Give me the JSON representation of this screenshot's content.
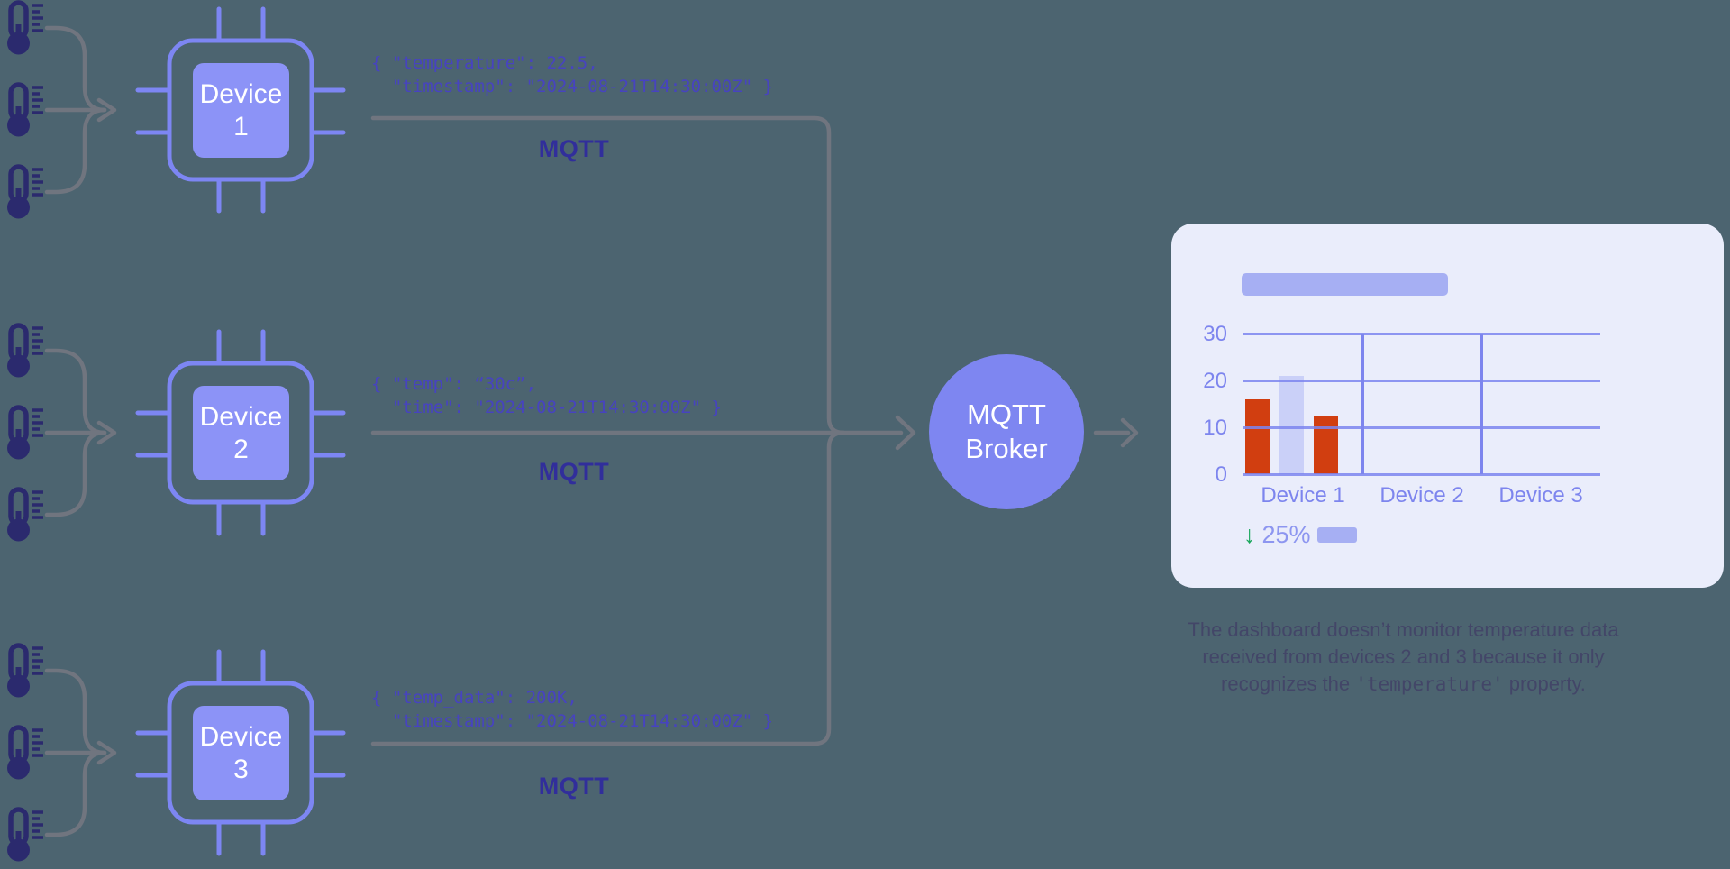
{
  "colors": {
    "background": "#4c6470",
    "connector_gray": "#70757f",
    "thermometer_navy": "#2b2a6e",
    "chip_outline": "#7d86f3",
    "chip_fill": "#8c93f7",
    "broker_fill": "#7e86f1",
    "json_text": "#4743c0",
    "mqtt_label": "#312e9b",
    "card_bg": "#eaedfb",
    "chart_grid": "#7d85ee",
    "bar_red": "#d13e10",
    "bar_light": "#cad0f8",
    "placeholder_bar": "#a6aff3",
    "trend_green": "#1aa75c",
    "caption_text": "#434668"
  },
  "devices": [
    {
      "label_lines": [
        "Device",
        "1"
      ],
      "protocol": "MQTT",
      "payload_lines": [
        "{ \"temperature\": 22.5,",
        "  \"timestamp\": \"2024-08-21T14:30:00Z\" }"
      ]
    },
    {
      "label_lines": [
        "Device",
        "2"
      ],
      "protocol": "MQTT",
      "payload_lines": [
        "{ \"temp\": “30c”,",
        "  \"time\": \"2024-08-21T14:30:00Z\" }"
      ]
    },
    {
      "label_lines": [
        "Device",
        "3"
      ],
      "protocol": "MQTT",
      "payload_lines": [
        "{ \"temp_data\": 200K,",
        "  \"timestamp\": \"2024-08-21T14:30:00Z\" }"
      ]
    }
  ],
  "broker": {
    "label_lines": [
      "MQTT",
      "Broker"
    ]
  },
  "dashboard": {
    "stat": {
      "arrow": "↓",
      "direction": "down",
      "value": "25%"
    },
    "caption": {
      "part1": "The dashboard doesn’t monitor temperature data received from devices 2 and 3 because it only recognizes the ",
      "code": "'temperature'",
      "part2": " property."
    }
  },
  "chart_data": {
    "type": "bar",
    "title": "",
    "categories": [
      "Device 1",
      "Device 2",
      "Device 3"
    ],
    "values_per_category": [
      [
        16,
        21,
        12.5
      ],
      [],
      []
    ],
    "bar_colors_per_category": [
      [
        "#d13e10",
        "#cad0f8",
        "#d13e10"
      ],
      [],
      []
    ],
    "yticks": [
      0,
      10,
      20,
      30
    ],
    "ylim": [
      0,
      30
    ],
    "grid": true,
    "legend": false,
    "note_stat": "↓ 25%"
  }
}
